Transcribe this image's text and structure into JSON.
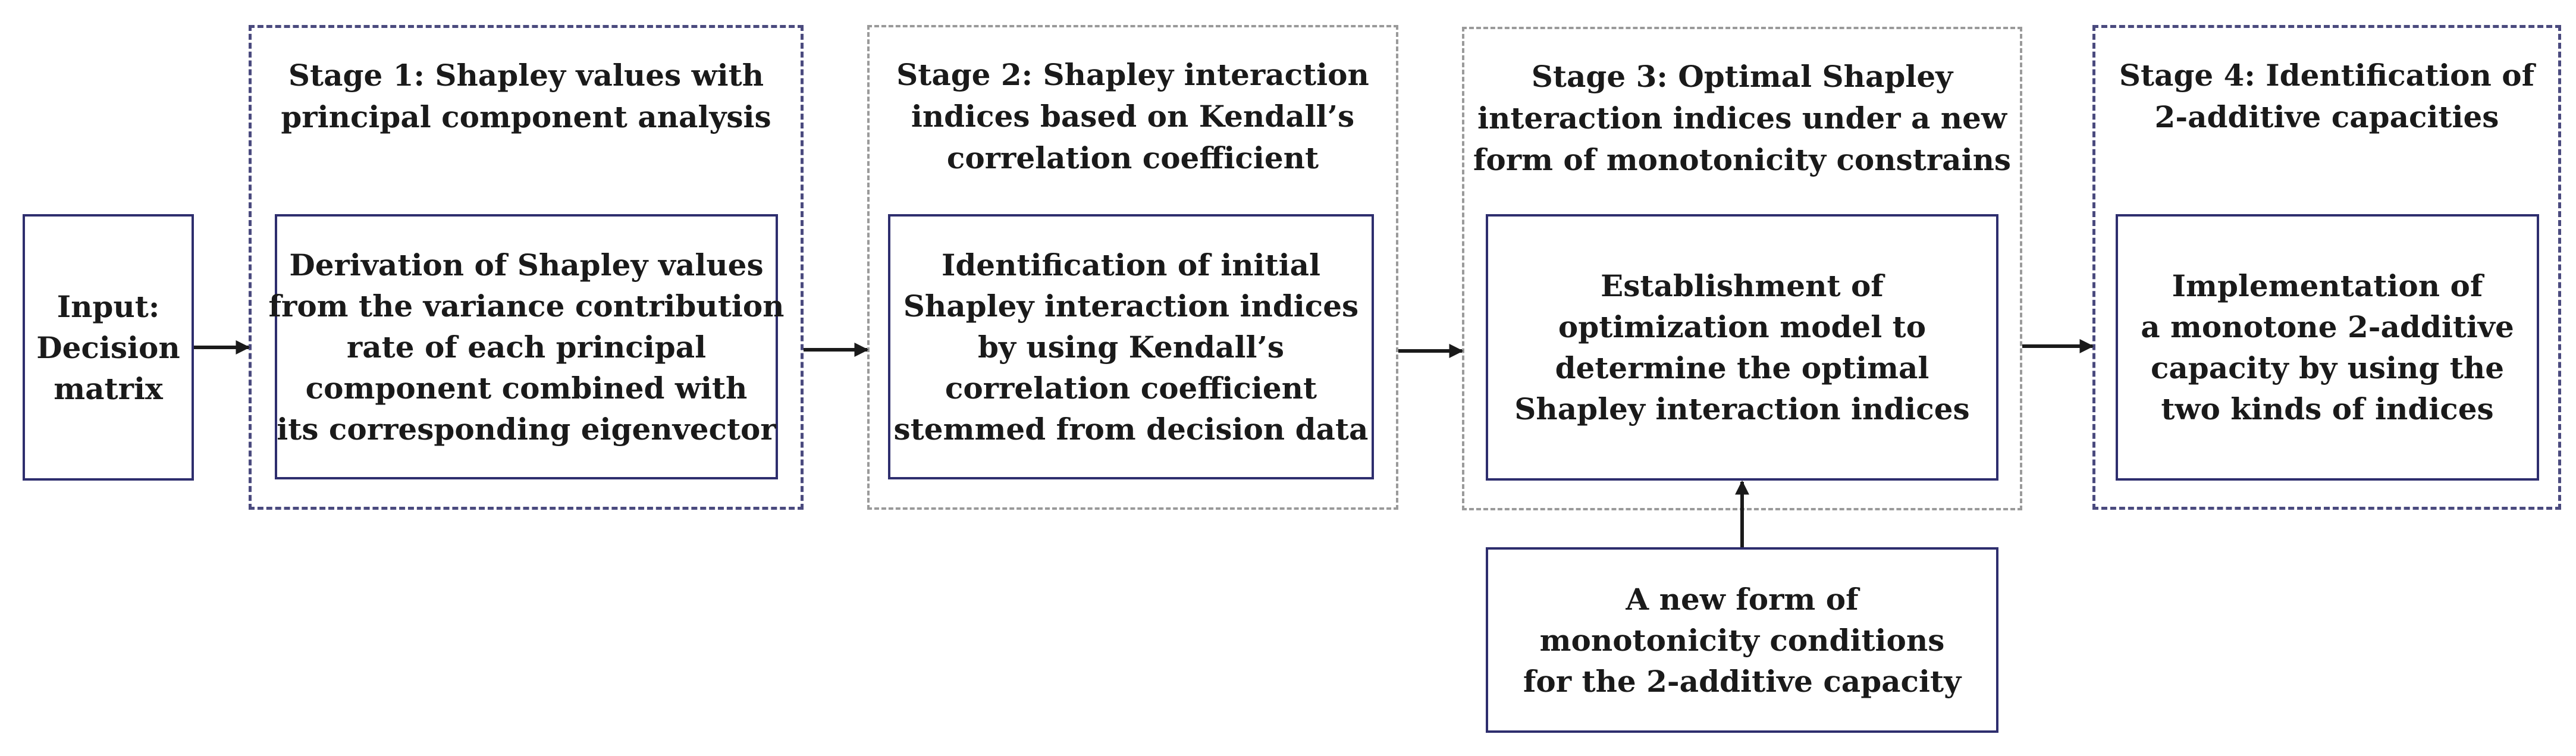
{
  "input_box": {
    "lines": [
      "Input:",
      "Decision",
      "matrix"
    ]
  },
  "stages": [
    {
      "title_lines": [
        "Stage 1: Shapley values with",
        "principal component analysis"
      ],
      "process_lines": [
        "Derivation of Shapley values",
        "from the variance contribution",
        "rate of each principal",
        "component combined with",
        "its corresponding eigenvector"
      ]
    },
    {
      "title_lines": [
        "Stage 2: Shapley interaction",
        "indices based on Kendall’s",
        "correlation coefficient"
      ],
      "process_lines": [
        "Identification of initial",
        "Shapley interaction indices",
        "by using Kendall’s",
        "correlation coefficient",
        "stemmed from decision data"
      ]
    },
    {
      "title_lines": [
        "Stage 3: Optimal Shapley",
        "interaction indices under a new",
        "form of monotonicity constrains"
      ],
      "process_lines": [
        "Establishment of",
        "optimization model to",
        "determine the optimal",
        "Shapley interaction indices"
      ]
    },
    {
      "title_lines": [
        "Stage 4: Identification of",
        "2-additive capacities"
      ],
      "process_lines": [
        "Implementation of",
        "a monotone 2-additive",
        "capacity by using the",
        "two kinds of indices"
      ]
    }
  ],
  "condition_box": {
    "lines": [
      "A new form of",
      "monotonicity conditions",
      "for the 2-additive capacity"
    ]
  }
}
